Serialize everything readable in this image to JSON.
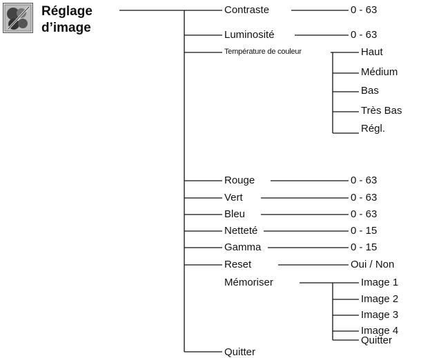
{
  "menu": {
    "title_line1": "Réglage",
    "title_line2": "d’image",
    "icon": "palette-icon"
  },
  "items": {
    "contraste": {
      "label": "Contraste",
      "value": "0 - 63"
    },
    "luminosite": {
      "label": "Luminosité",
      "value": "0 - 63"
    },
    "temperature": {
      "label": "Température de couleur",
      "options": [
        "Haut",
        "Médium",
        "Bas",
        "Très Bas",
        "Régl."
      ]
    },
    "rouge": {
      "label": "Rouge",
      "value": "0 - 63"
    },
    "vert": {
      "label": "Vert",
      "value": "0 - 63"
    },
    "bleu": {
      "label": "Bleu",
      "value": "0 - 63"
    },
    "nettete": {
      "label": "Netteté",
      "value": "0 - 15"
    },
    "gamma": {
      "label": "Gamma",
      "value": "0 - 15"
    },
    "reset": {
      "label": "Reset",
      "value": "Oui / Non"
    },
    "memoriser": {
      "label": "Mémoriser",
      "options": [
        "Image 1",
        "Image 2",
        "Image 3",
        "Image 4",
        "Quitter"
      ]
    },
    "quitter": {
      "label": "Quitter"
    }
  }
}
